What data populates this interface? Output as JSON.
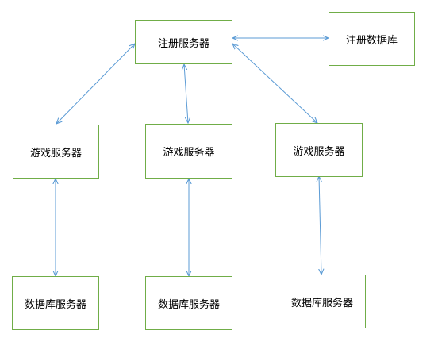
{
  "nodes": {
    "register_server": "注册服务器",
    "register_db": "注册数据库",
    "game_server_1": "游戏服务器",
    "game_server_2": "游戏服务器",
    "game_server_3": "游戏服务器",
    "db_server_1": "数据库服务器",
    "db_server_2": "数据库服务器",
    "db_server_3": "数据库服务器"
  },
  "edges": [
    {
      "from": "register_server",
      "to": "register_db",
      "direction": "bidirectional"
    },
    {
      "from": "register_server",
      "to": "game_server_1",
      "direction": "bidirectional"
    },
    {
      "from": "register_server",
      "to": "game_server_2",
      "direction": "bidirectional"
    },
    {
      "from": "register_server",
      "to": "game_server_3",
      "direction": "bidirectional"
    },
    {
      "from": "game_server_1",
      "to": "db_server_1",
      "direction": "bidirectional"
    },
    {
      "from": "game_server_2",
      "to": "db_server_2",
      "direction": "bidirectional"
    },
    {
      "from": "game_server_3",
      "to": "db_server_3",
      "direction": "bidirectional"
    }
  ],
  "colors": {
    "box_border": "#70ad47",
    "arrow": "#5b9bd5"
  }
}
